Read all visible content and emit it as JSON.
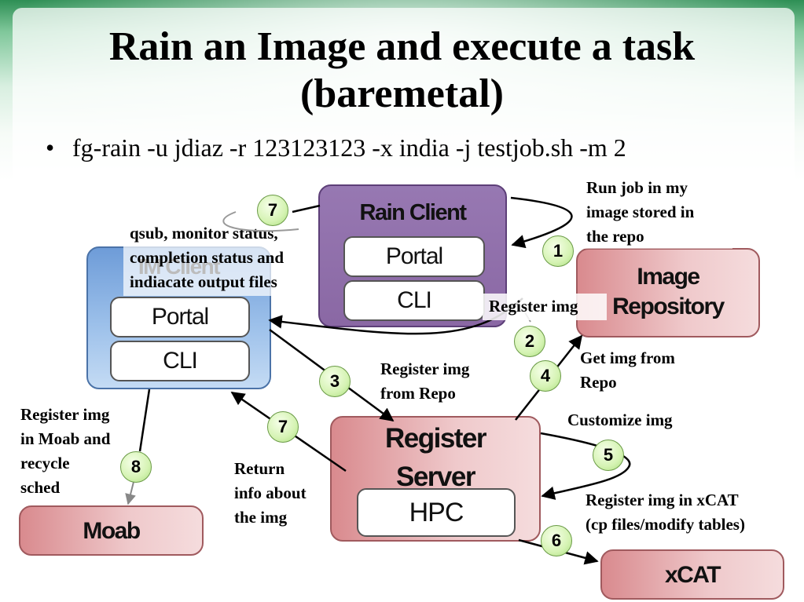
{
  "slide": {
    "title_line1": "Rain an Image and execute a task",
    "title_line2": "(baremetal)",
    "bullet": "fg-rain -u jdiaz -r 123123123 -x india -j testjob.sh -m 2"
  },
  "boxes": {
    "rain_client": {
      "title": "Rain Client",
      "portal": "Portal",
      "cli": "CLI"
    },
    "im_client": {
      "title": "IM Client",
      "portal": "Portal",
      "cli": "CLI"
    },
    "image_repository": {
      "line1": "Image",
      "line2": "Repository"
    },
    "register_server": {
      "line1": "Register",
      "line2": "Server",
      "hpc": "HPC"
    },
    "moab": {
      "title": "Moab"
    },
    "xcat": {
      "title": "xCAT"
    }
  },
  "labels": {
    "run_job": [
      "Run job in my",
      "image stored in",
      "the repo"
    ],
    "qsub": [
      "qsub, monitor status,",
      "completion status and",
      "indiacate output files"
    ],
    "register_img": "Register img",
    "register_img_from_repo": [
      "Register img",
      "from Repo"
    ],
    "get_img_from_repo": [
      "Get img from",
      "Repo"
    ],
    "customize_img": "Customize img",
    "register_moab": [
      "Register img",
      "in Moab and",
      "recycle",
      "sched"
    ],
    "return_info": [
      "Return",
      "info about",
      "the img"
    ],
    "register_xcat": [
      "Register img in xCAT",
      "(cp files/modify tables)"
    ]
  },
  "steps": [
    "1",
    "2",
    "3",
    "4",
    "5",
    "6",
    "7",
    "7",
    "8"
  ],
  "colors": {
    "rain_client": "#8e6aa8",
    "im_client": "#7aa5dc",
    "pink_box": "#e3a7aa",
    "step_circle": "#d5f3b3"
  }
}
